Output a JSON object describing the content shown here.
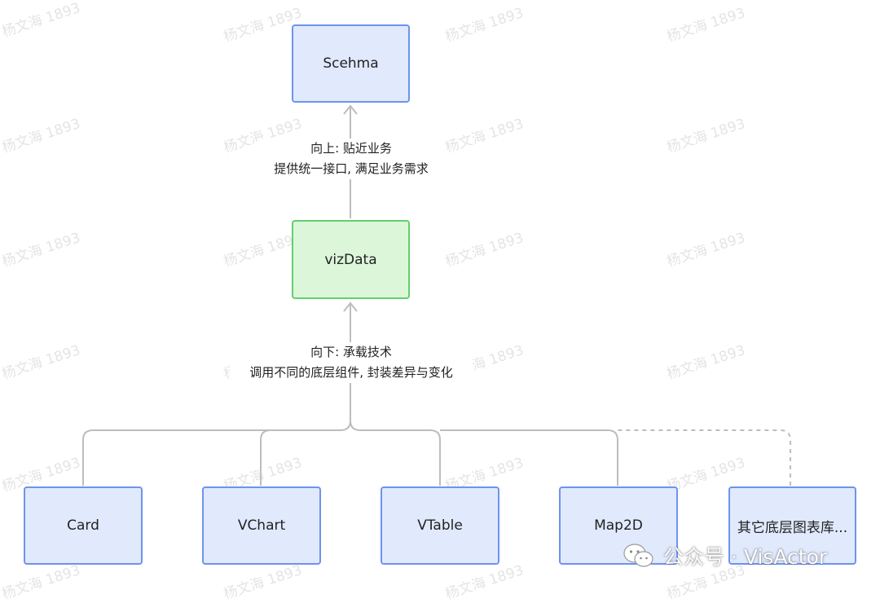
{
  "nodes": {
    "schema": "Scehma",
    "vizdata": "vizData",
    "card": "Card",
    "vchart": "VChart",
    "vtable": "VTable",
    "map2d": "Map2D",
    "others": "其它底层图表库..."
  },
  "edge_labels": {
    "up_title": "向上: 贴近业务",
    "up_desc": "提供统一接口, 满足业务需求",
    "down_title": "向下: 承载技术",
    "down_desc": "调用不同的底层组件, 封装差异与变化"
  },
  "watermark": "杨文海 1893",
  "footer": {
    "account": "公众号 · VisActor",
    "icon": "wechat-icon"
  },
  "colors": {
    "node_blue_border": "#6e93ee",
    "node_blue_fill": "#e1e9fd",
    "node_green_border": "#62d06e",
    "node_green_fill": "#dcf6d9",
    "edge": "#bdbdbd"
  }
}
